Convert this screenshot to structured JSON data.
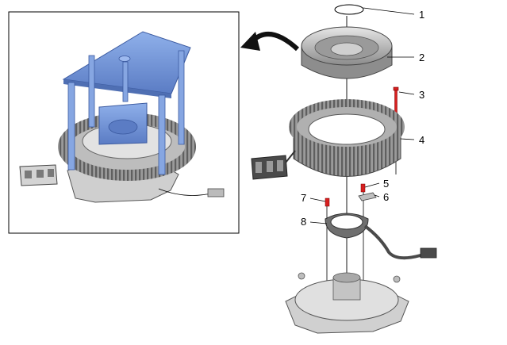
{
  "callouts": [
    {
      "number": "1",
      "part": "o-ring"
    },
    {
      "number": "2",
      "part": "rotor-cover"
    },
    {
      "number": "3",
      "part": "bolt"
    },
    {
      "number": "4",
      "part": "stator"
    },
    {
      "number": "5",
      "part": "screw"
    },
    {
      "number": "6",
      "part": "clamp"
    },
    {
      "number": "7",
      "part": "screw"
    },
    {
      "number": "8",
      "part": "sensor-ring"
    }
  ],
  "colors": {
    "metal_light": "#d9d9d9",
    "metal_mid": "#a8a8a8",
    "metal_dark": "#6e6e6e",
    "tool_blue": "#7f9fdc",
    "tool_blue_dark": "#4f6fb3",
    "bolt_red": "#d62020",
    "arrow_black": "#111111"
  },
  "icons": {
    "direction_arrow": "curved-arrow-left-icon"
  }
}
